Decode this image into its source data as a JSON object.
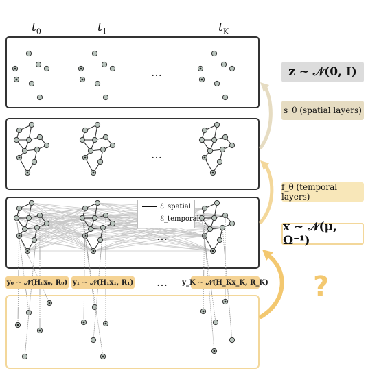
{
  "time_labels": [
    "t_0",
    "t_1",
    "t_K"
  ],
  "time_label_parts": [
    {
      "base": "t",
      "sub": "0"
    },
    {
      "base": "t",
      "sub": "1"
    },
    {
      "base": "t",
      "sub": "K"
    }
  ],
  "ellipsis": "…",
  "side_labels": {
    "z_prior": "z ∼ 𝒩(0, I)",
    "spatial": "s_θ (spatial layers)",
    "temporal": "f_θ (temporal layers)",
    "x_prior": "x ∼ 𝒩(μ, Ω⁻¹)",
    "question": "?"
  },
  "legend": {
    "spatial": "ℰ_spatial",
    "temporal": "ℰ_temporal"
  },
  "observation_labels": [
    "y₀ ∼ 𝒩(H₀x₀, R₀)",
    "y₁ ∼ 𝒩(H₁x₁, R₁)",
    "y_K ∼ 𝒩(H_Kx_K, R_K)"
  ],
  "colors": {
    "panel_border": "#333333",
    "observation_border": "#f3d79a",
    "node_fill": "#b9c4bd",
    "arrow_tan": "#e6dcc2",
    "arrow_cream": "#f3d79a",
    "arrow_orange": "#f3c870"
  }
}
